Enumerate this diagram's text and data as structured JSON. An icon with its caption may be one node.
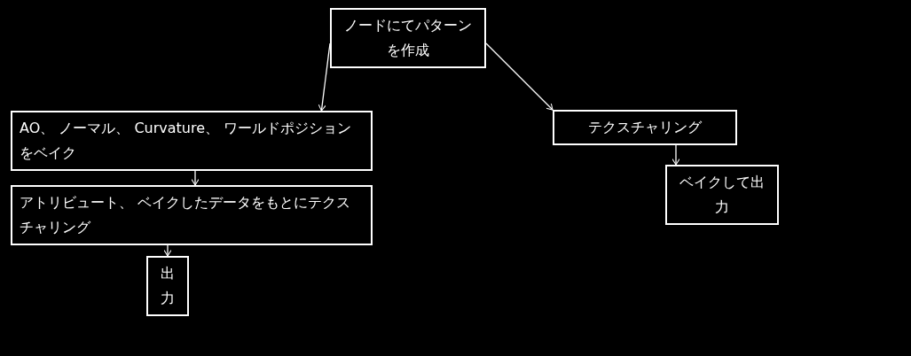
{
  "diagram": {
    "nodes": [
      {
        "text": [
          "ノードにてパターンを作成"
        ]
      },
      {
        "text": [
          "AO、 ノーマル、 Curvature、 ワールドポジションをベイク"
        ]
      },
      {
        "text": [
          "アトリビュート、 ベイクしたデータをもとにテクスチャリング"
        ]
      },
      {
        "text": [
          "出力"
        ]
      },
      {
        "text": [
          "テクスチャリング"
        ]
      },
      {
        "text": [
          "ベイクして出力"
        ]
      }
    ],
    "edges": [
      {
        "from": 0,
        "to": 1,
        "arrow": "to"
      },
      {
        "from": 0,
        "to": 4,
        "arrow": "to"
      },
      {
        "from": 1,
        "to": 2,
        "arrow": "to"
      },
      {
        "from": 2,
        "to": 3,
        "arrow": "to"
      },
      {
        "from": 4,
        "to": 5,
        "arrow": "to"
      }
    ]
  }
}
